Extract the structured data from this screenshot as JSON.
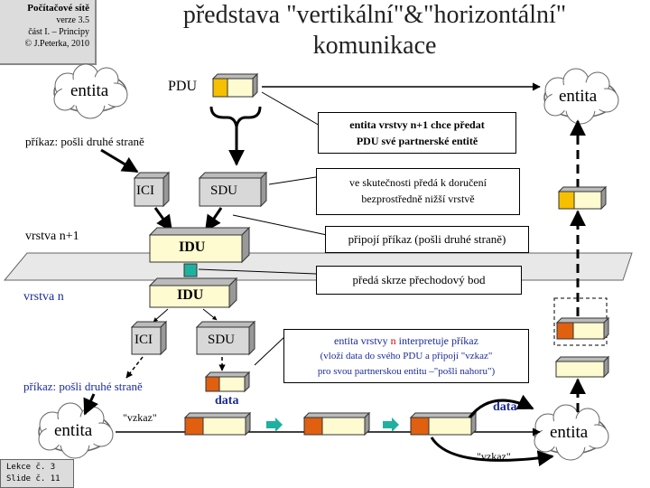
{
  "header": {
    "course": "Počítačové sítě",
    "version": "verze 3.5",
    "part": "část I. – Principy",
    "author": "© J.Peterka, 2010"
  },
  "title": {
    "line1": "představa \"vertikální\"&\"horizontální\"",
    "line2": "komunikace"
  },
  "footer": {
    "lecture": "Lekce č. 3",
    "slide": "Slide č. 11"
  },
  "diagram": {
    "entity_label": "entita",
    "pdu_label": "PDU",
    "ici_label": "ICI",
    "sdu_label": "SDU",
    "idu_label": "IDU",
    "layer_upper": "vrstva n+1",
    "layer_lower": "vrstva n",
    "command_upper": "příkaz: pošli druhé straně",
    "command_lower": "příkaz: pošli druhé straně",
    "data_label": "data",
    "message_label": "\"vzkaz\"",
    "notes": {
      "n1_line1": "entita vrstvy n+1 chce předat",
      "n1_line2": "PDU své partnerské entitě",
      "n2_line1": "ve skutečnosti předá k doručení",
      "n2_line2": "bezprostředně nižší vrstvě",
      "n3": "připojí příkaz (pošli druhé straně)",
      "n4": "předá skrze přechodový bod",
      "n5_line1_a": "entita vrstvy",
      "n5_line1_n": "n",
      "n5_line1_b": "interpretuje příkaz",
      "n5_line2": "(vloží data do svého PDU a připojí \"vzkaz\"",
      "n5_line3": "pro svou partnerskou entitu –\"pošli nahoru\")"
    }
  },
  "colors": {
    "header_bg": "#dcdcdc",
    "box_face": "#fffbd0",
    "box_dark": "#f6c000",
    "box_orange": "#e06010",
    "box_gray": "#d8d8d8",
    "teal_arrow": "#20b0a0",
    "layer_plane": "#e8e8e8",
    "blue_text": "#1a2a9a"
  }
}
